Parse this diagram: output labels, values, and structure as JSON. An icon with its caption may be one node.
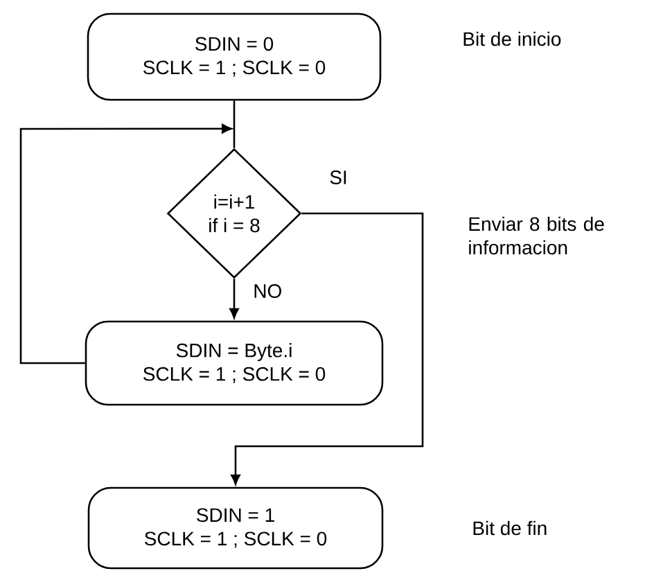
{
  "diagram": {
    "nodes": [
      {
        "text": [
          "SDIN = 0",
          "SCLK = 1 ; SCLK = 0"
        ]
      },
      {
        "text": [
          "i=i+1",
          "if  i = 8"
        ]
      },
      {
        "text": [
          "SDIN = Byte.i",
          "SCLK = 1 ; SCLK = 0"
        ]
      },
      {
        "text": [
          "SDIN = 1",
          "SCLK = 1 ; SCLK = 0"
        ]
      }
    ],
    "edges": [
      {
        "from": 0,
        "to": 1,
        "arrow": "none"
      },
      {
        "from": 1,
        "to": 2,
        "arrow": "to",
        "label": "NO"
      },
      {
        "from": 2,
        "to": 1,
        "arrow": "to"
      },
      {
        "from": 1,
        "to": 3,
        "arrow": "to",
        "label": "SI"
      }
    ],
    "labels": [
      "Bit de inicio",
      "Enviar 8 bits de informacion",
      "Bit de fin"
    ]
  }
}
